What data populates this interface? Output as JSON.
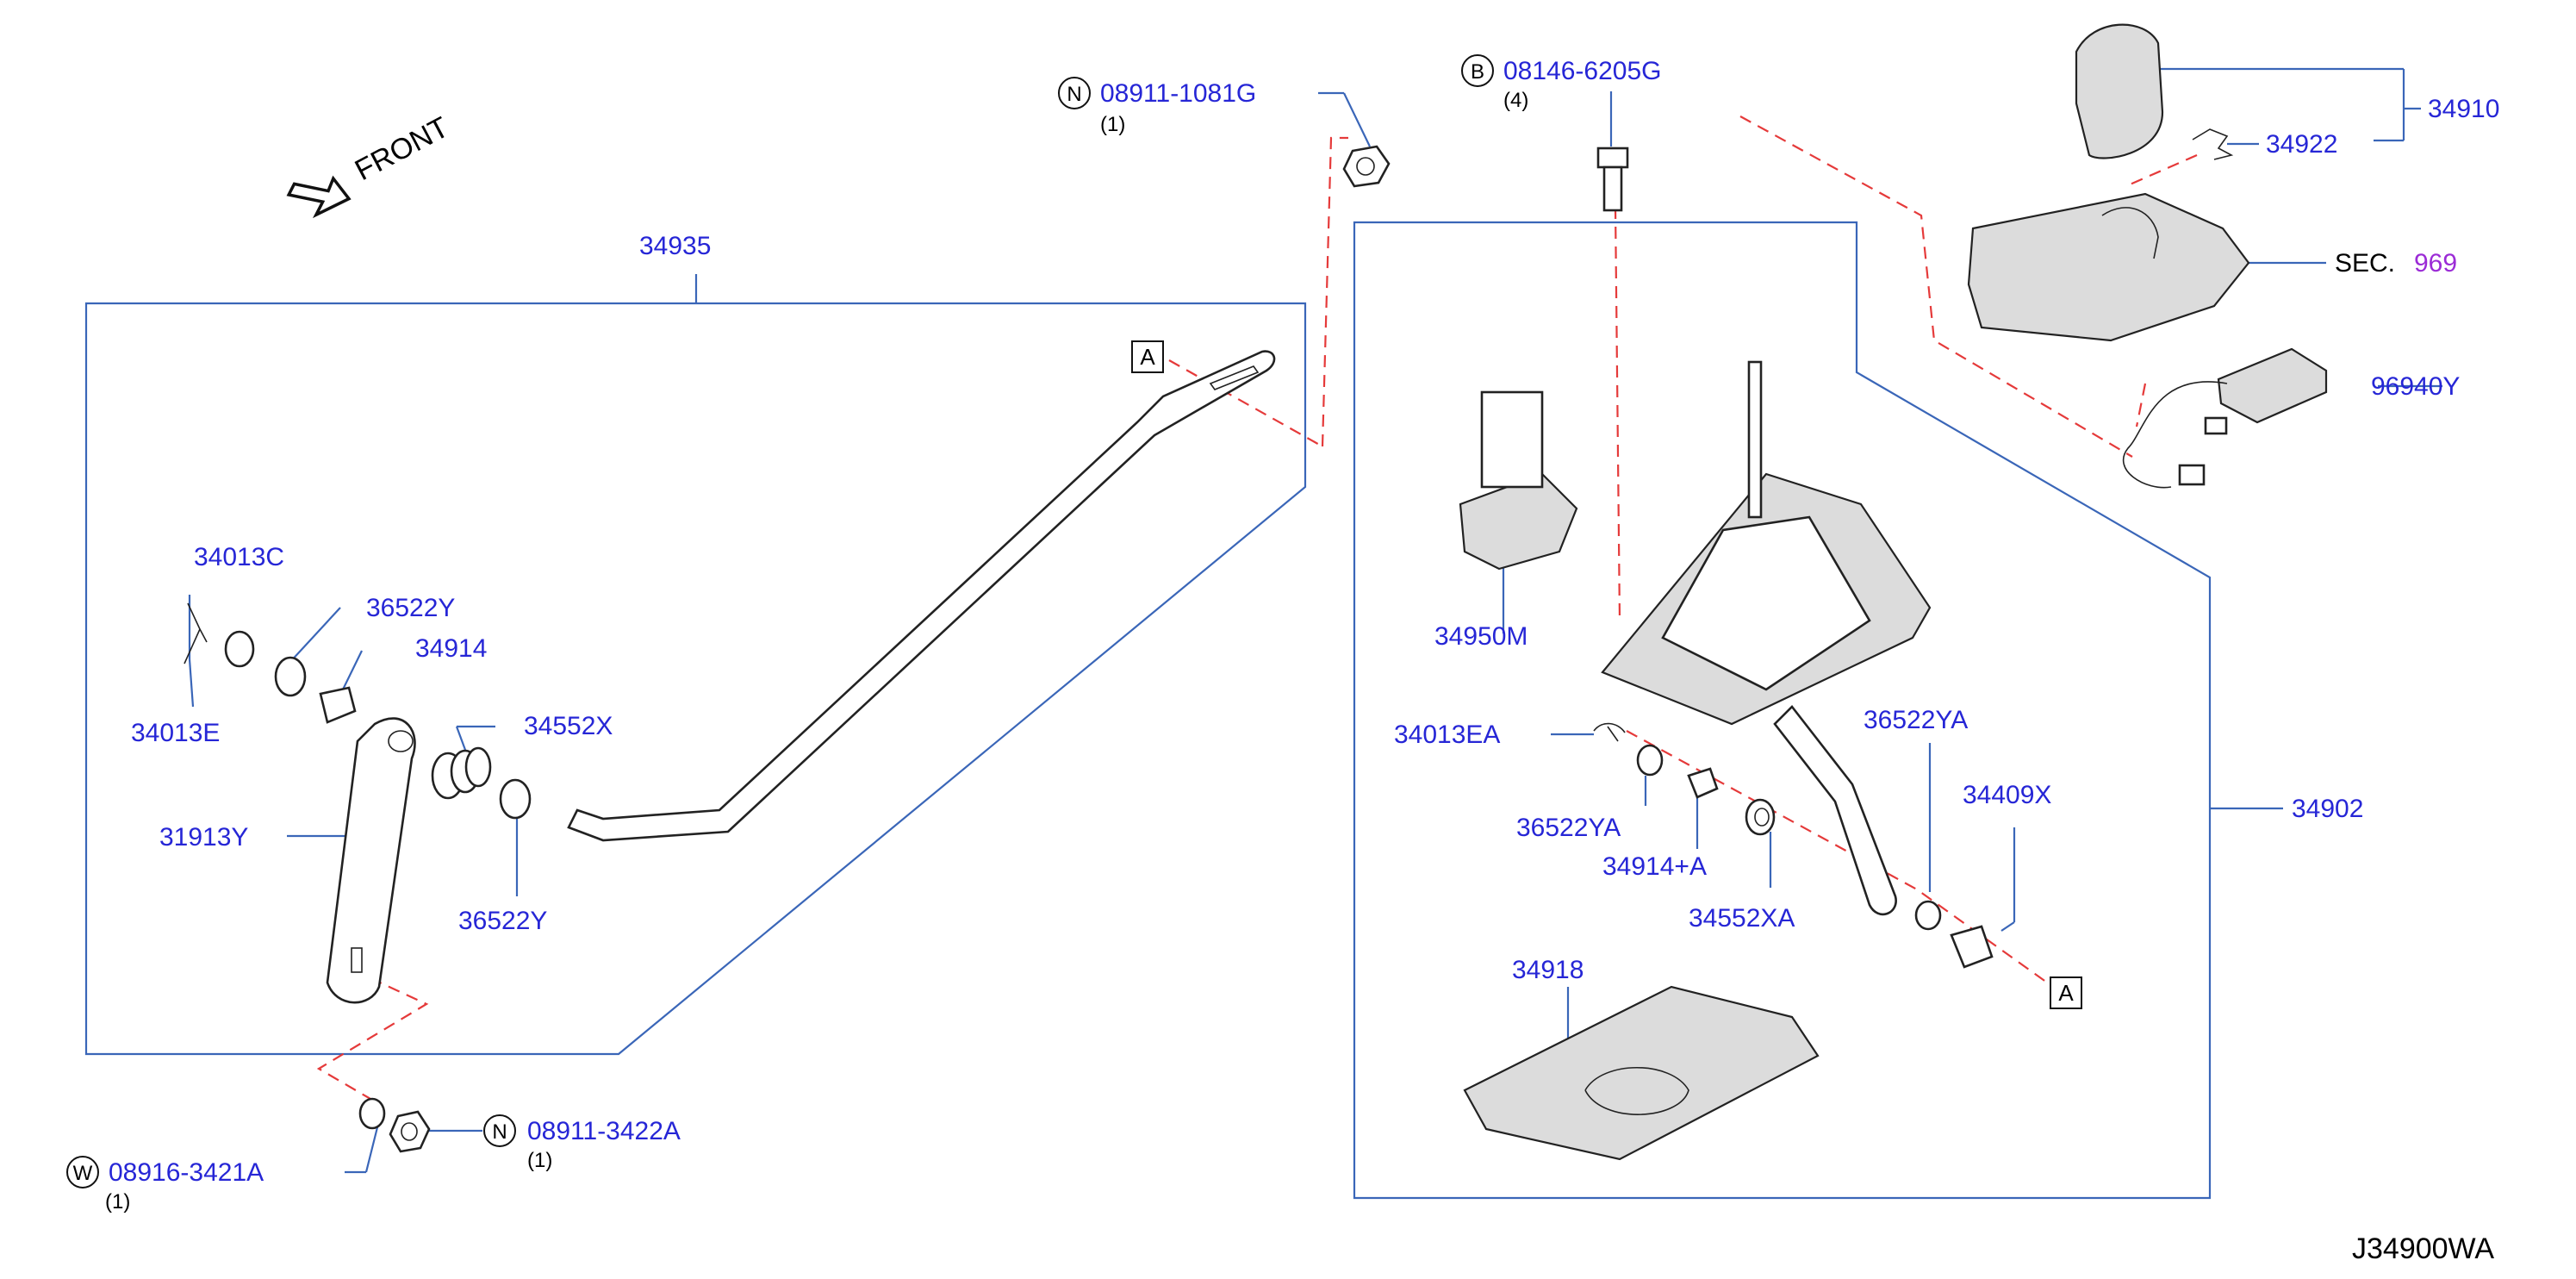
{
  "front_label": "FRONT",
  "diagram_code": "J34900WA",
  "ref_marker": "A",
  "parts": [
    {
      "id": "34935",
      "label": "34935"
    },
    {
      "id": "34013C",
      "label": "34013C"
    },
    {
      "id": "36522Y_top",
      "label": "36522Y"
    },
    {
      "id": "34914",
      "label": "34914"
    },
    {
      "id": "34013E",
      "label": "34013E"
    },
    {
      "id": "34552X",
      "label": "34552X"
    },
    {
      "id": "31913Y",
      "label": "31913Y"
    },
    {
      "id": "36522Y_bottom",
      "label": "36522Y"
    },
    {
      "id": "34950M",
      "label": "34950M"
    },
    {
      "id": "34013EA",
      "label": "34013EA"
    },
    {
      "id": "36522YA_right",
      "label": "36522YA"
    },
    {
      "id": "34409X",
      "label": "34409X"
    },
    {
      "id": "36522YA_left",
      "label": "36522YA"
    },
    {
      "id": "34914A",
      "label": "34914+A"
    },
    {
      "id": "34552XA",
      "label": "34552XA"
    },
    {
      "id": "34902",
      "label": "34902"
    },
    {
      "id": "34918",
      "label": "34918"
    },
    {
      "id": "34910",
      "label": "34910"
    },
    {
      "id": "34922",
      "label": "34922"
    },
    {
      "id": "96940Y",
      "label": "96940Y"
    }
  ],
  "fasteners": [
    {
      "id": "n1",
      "symbol": "N",
      "label": "08911-1081G",
      "qty": "(1)"
    },
    {
      "id": "b1",
      "symbol": "B",
      "label": "08146-6205G",
      "qty": "(4)"
    },
    {
      "id": "n2",
      "symbol": "N",
      "label": "08911-3422A",
      "qty": "(1)"
    },
    {
      "id": "w1",
      "symbol": "W",
      "label": "08916-3421A",
      "qty": "(1)"
    }
  ],
  "section_ref": {
    "prefix": "SEC.",
    "number": "969"
  },
  "colors": {
    "label": "#2626d6",
    "leader": "#3a66b8",
    "dashed": "#e53a3a",
    "section": "#9b2bd6"
  }
}
